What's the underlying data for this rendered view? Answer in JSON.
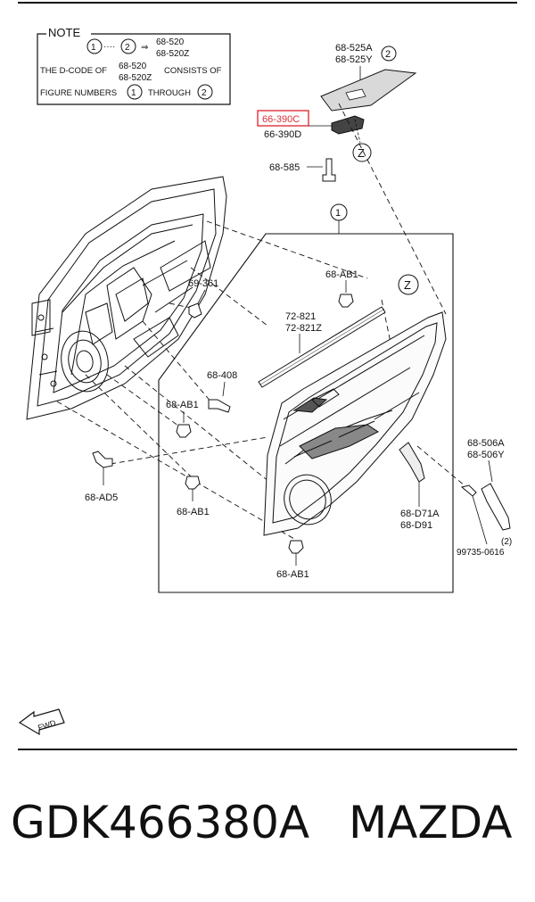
{
  "note": {
    "title": "NOTE",
    "circle_1": "1",
    "circle_2": "2",
    "arrow": "⇒",
    "code_a": "68-520",
    "code_b": "68-520Z",
    "line2_a": "THE D-CODE OF",
    "line2_code_a": "68-520",
    "line2_code_b": "68-520Z",
    "line2_b": "CONSISTS OF",
    "line3_a": "FIGURE NUMBERS",
    "line3_b": "THROUGH"
  },
  "labels": {
    "p68_525a": "68-525A",
    "p68_525y": "68-525Y",
    "p66_390c": "66-390C",
    "p66_390d": "66-390D",
    "p68_585": "68-585",
    "circle_z": "Z",
    "circle_1": "1",
    "circle_2": "2",
    "p69_361": "69-361",
    "p68_ab1": "68-AB1",
    "p72_821": "72-821",
    "p72_821z": "72-821Z",
    "p68_408": "68-408",
    "p68_506a": "68-506A",
    "p68_506y": "68-506Y",
    "p68_ad5": "68-AD5",
    "p68_d71a": "68-D71A",
    "p68_d91": "68-D91",
    "qty_2": "(2)",
    "p99735": "99735-0616",
    "fwd": "FWD"
  },
  "highlight_color": "#e0303a",
  "footer": {
    "part_number": "GDK466380A",
    "brand": "MAZDA"
  }
}
